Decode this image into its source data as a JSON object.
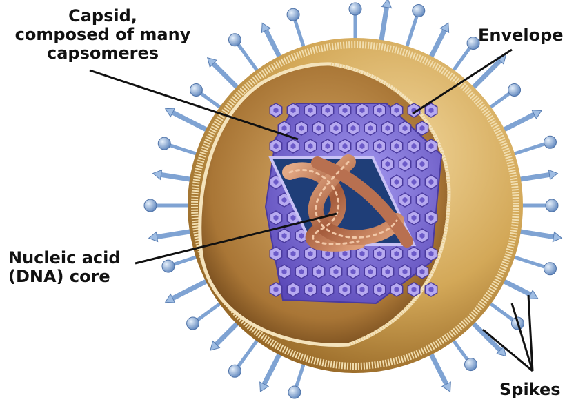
{
  "labels": {
    "capsid": {
      "line1": "Capsid,",
      "line2": "composed of many",
      "line3": "capsomeres"
    },
    "envelope": "Envelope",
    "nucleic": {
      "line1": "Nucleic acid",
      "line2": "(DNA) core"
    },
    "spikes": "Spikes"
  },
  "colors": {
    "envelope_outer": "#d3a858",
    "envelope_inner": "#8a5a1c",
    "membrane": "#f1deb0",
    "capsid": "#7c6ad6",
    "capsomere": "#b7aaf0",
    "core_bg": "#1f3e78",
    "dna": "#b87050",
    "spike": "#8eb1dc",
    "leader_line": "#111111"
  },
  "icons": [
    "spike-icon",
    "capsomere-icon"
  ]
}
